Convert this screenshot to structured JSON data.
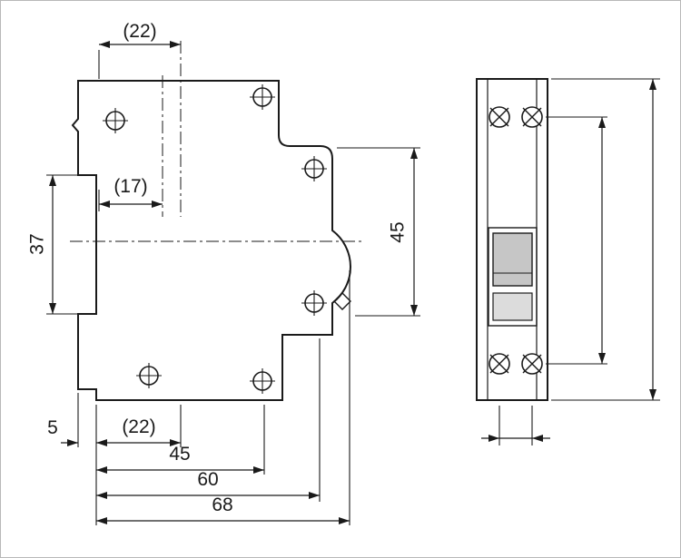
{
  "drawing": {
    "kind": "circuit-breaker-dimension-drawing",
    "views": {
      "left": "side-profile-view",
      "right": "front-view"
    },
    "colors": {
      "line": "#1a1a1a",
      "background": "#ffffff",
      "toggle_handle_fill": "#c6c6c6",
      "toggle_lower_fill": "#dcdcdc"
    },
    "labels": {
      "top_width": "(22)",
      "inner_width": "(17)",
      "rail_height": "37",
      "side_height": "45",
      "clip_depth": "5",
      "bottom_pitch": "(22)",
      "depth_45": "45",
      "depth_60": "60",
      "depth_68": "68"
    }
  }
}
